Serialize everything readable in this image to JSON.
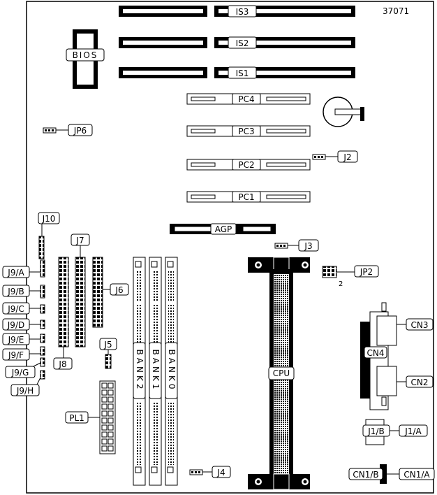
{
  "board_id": "37071",
  "isa_slots": [
    "IS3",
    "IS2",
    "IS1"
  ],
  "pci_slots": [
    "PC4",
    "PC3",
    "PC2",
    "PC1"
  ],
  "agp": "AGP",
  "bios": "BIOS",
  "cpu": "CPU",
  "banks": [
    "BANK2",
    "BANK1",
    "BANK0"
  ],
  "jumpers": {
    "jp6": "JP6",
    "j2": "J2",
    "j3": "J3",
    "jp2": "JP2",
    "jp2_pin": "2",
    "j4": "J4",
    "j5": "J5",
    "j6": "J6",
    "j7": "J7",
    "j8": "J8",
    "j10": "J10",
    "pl1": "PL1"
  },
  "j9": [
    "J9/A",
    "J9/B",
    "J9/C",
    "J9/D",
    "J9/E",
    "J9/F",
    "J9/G",
    "J9/H"
  ],
  "connectors": {
    "cn3": "CN3",
    "cn4": "CN4",
    "cn2": "CN2",
    "j1b": "J1/B",
    "j1a": "J1/A",
    "cn1b": "CN1/B",
    "cn1a": "CN1/A"
  }
}
